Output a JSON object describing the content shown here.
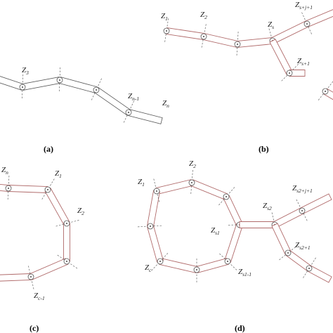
{
  "panels": {
    "a": {
      "caption": "(a)",
      "labels": {
        "z3": {
          "main": "Z",
          "sub": "3"
        },
        "zn1": {
          "main": "Z",
          "sub": "n-1"
        },
        "zn": {
          "main": "Z",
          "sub": "n"
        }
      }
    },
    "b": {
      "caption": "(b)",
      "labels": {
        "z1": {
          "main": "Z",
          "sub": "1"
        },
        "z2": {
          "main": "Z",
          "sub": "2"
        },
        "zs": {
          "main": "Z",
          "sub": "s"
        },
        "zsj1": {
          "main": "Z",
          "sub": "s+j+1"
        },
        "zs1": {
          "main": "Z",
          "sub": "s+1"
        }
      }
    },
    "c": {
      "caption": "(c)",
      "labels": {
        "zn": {
          "main": "Z",
          "sub": "n"
        },
        "z1": {
          "main": "Z",
          "sub": "1"
        },
        "z2": {
          "main": "Z",
          "sub": "2"
        },
        "zc1": {
          "main": "Z",
          "sub": "c-1"
        }
      }
    },
    "d": {
      "caption": "(d)",
      "labels": {
        "z1": {
          "main": "Z",
          "sub": "1"
        },
        "z2": {
          "main": "Z",
          "sub": "2"
        },
        "zc": {
          "main": "Z",
          "sub": "c"
        },
        "zs1": {
          "main": "Z",
          "sub": "s1"
        },
        "zs11": {
          "main": "Z",
          "sub": "s1-1"
        },
        "zs2": {
          "main": "Z",
          "sub": "s2"
        },
        "zs2j1": {
          "main": "Z",
          "sub": "s2+j+1"
        },
        "zs21": {
          "main": "Z",
          "sub": "s2+1"
        }
      }
    }
  }
}
